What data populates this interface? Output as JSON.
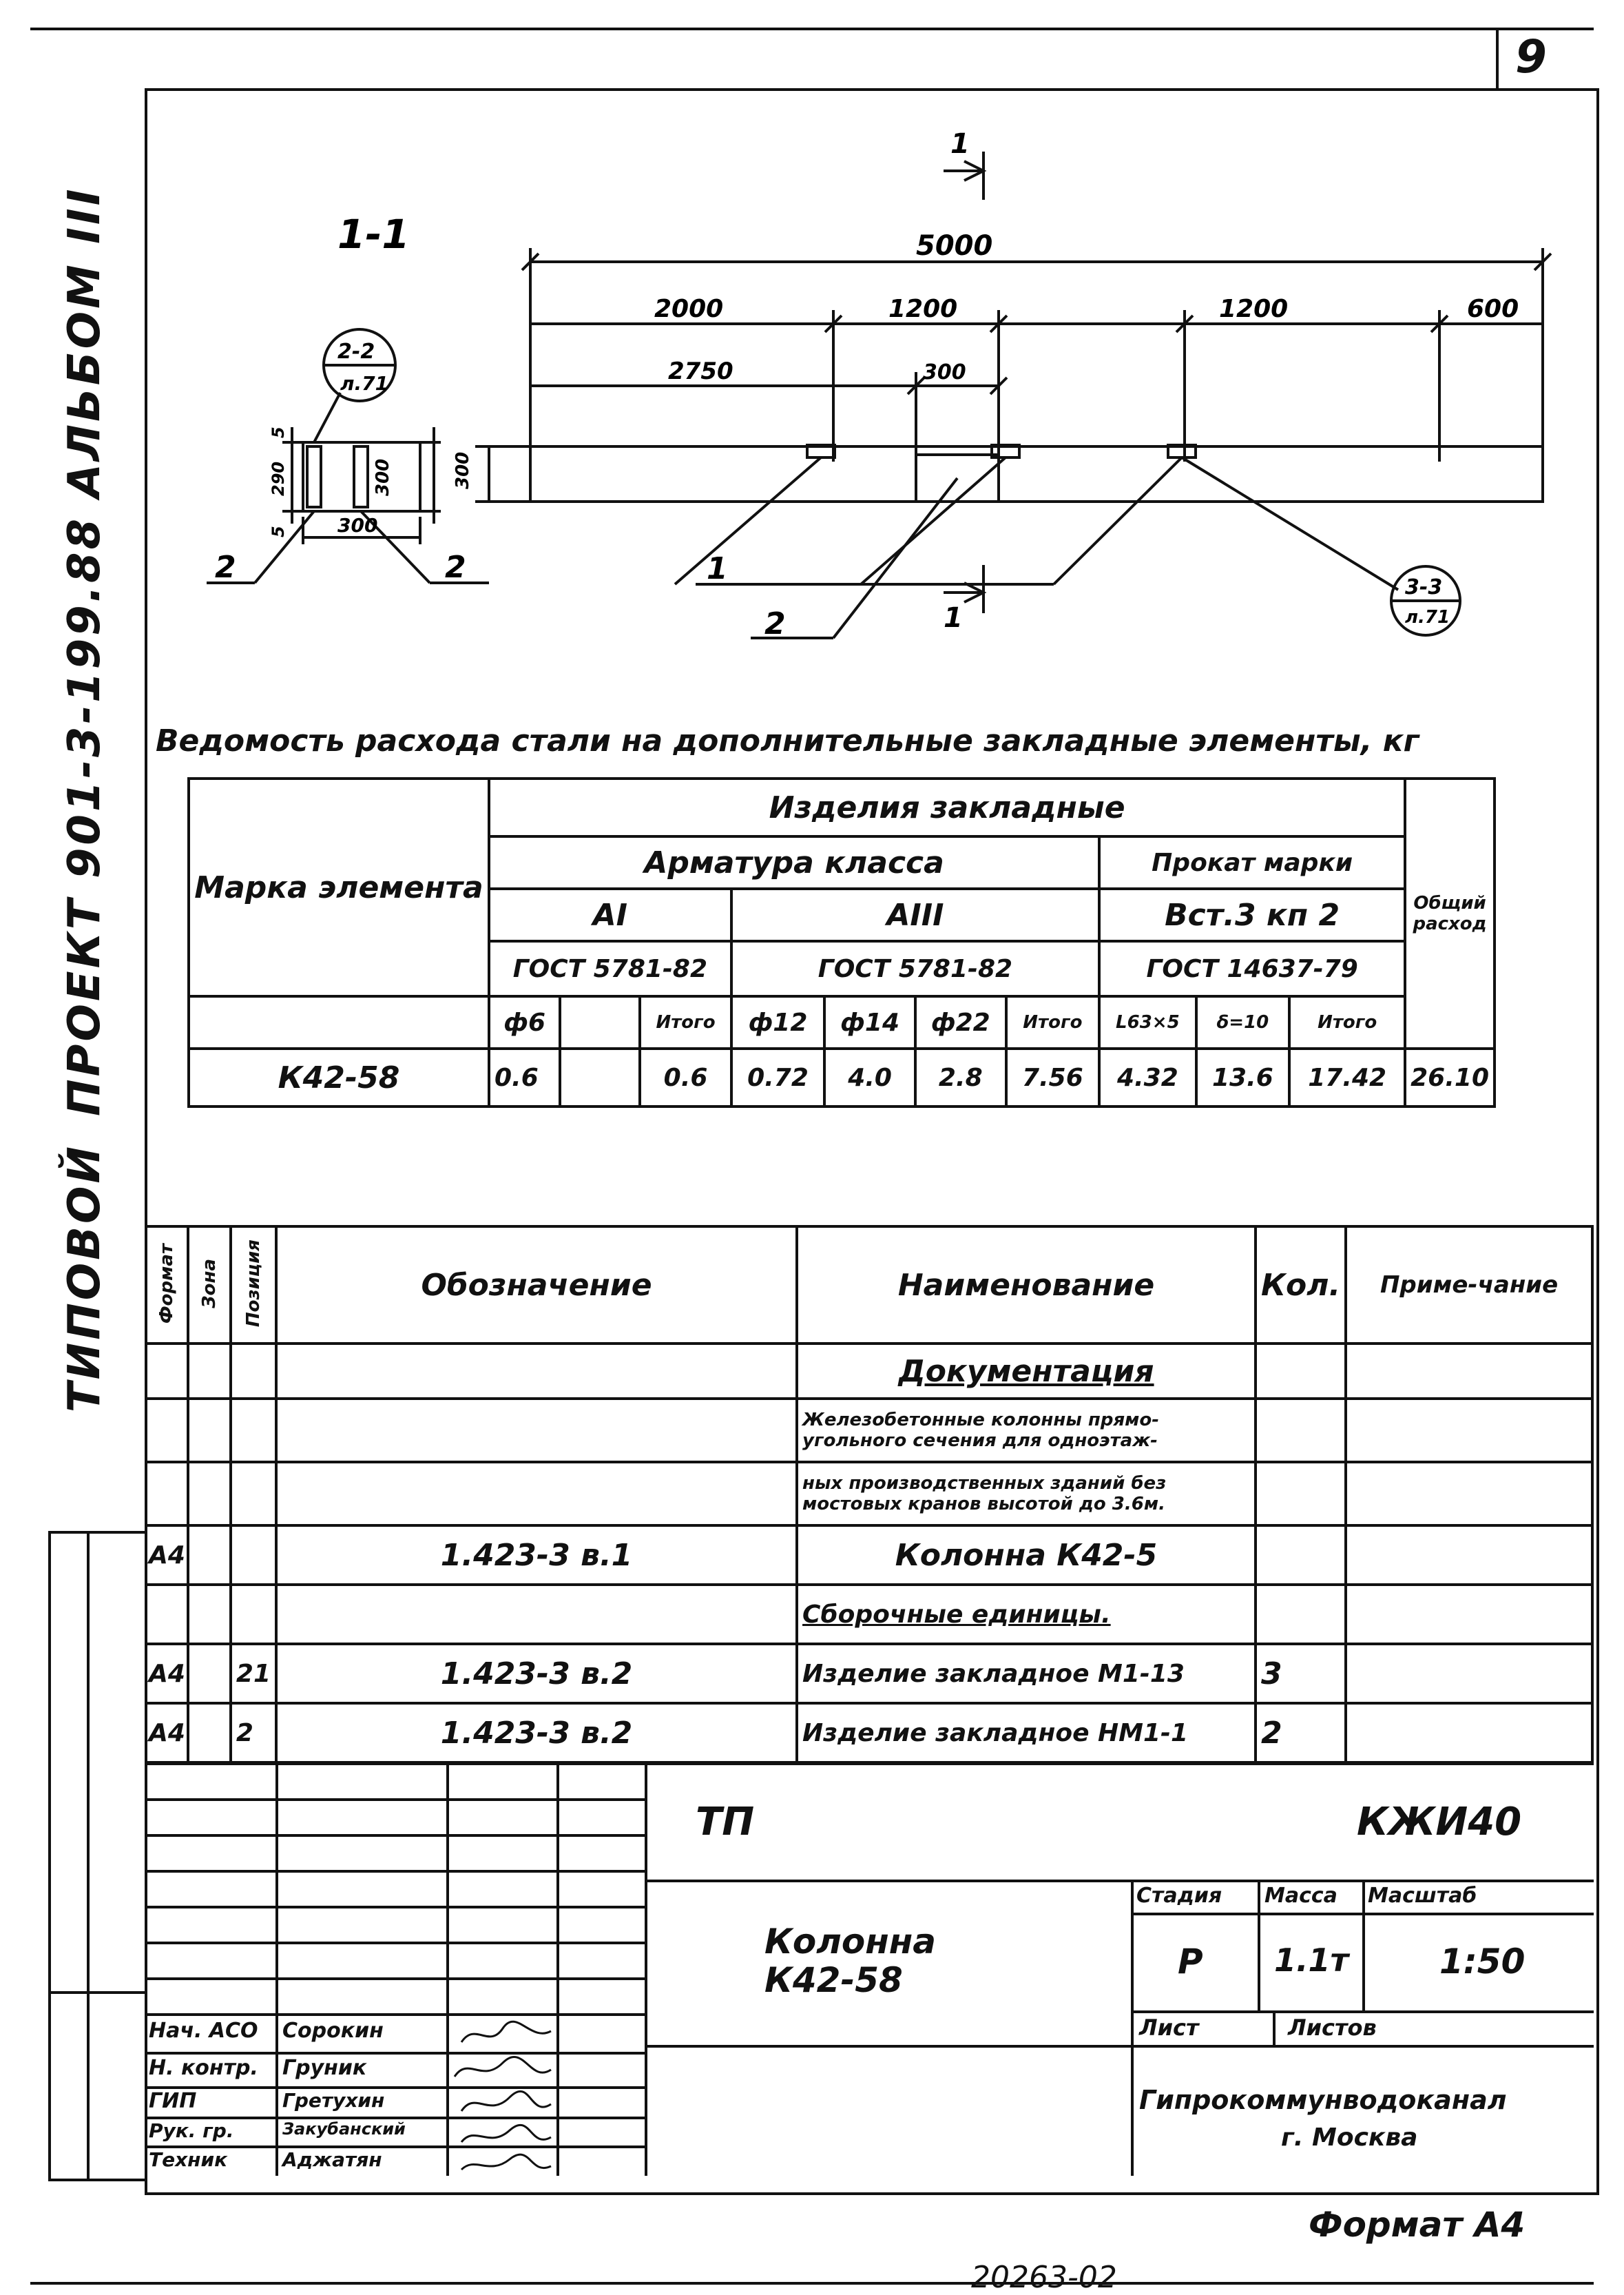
{
  "sheet_number": "9",
  "side_labels": {
    "typical": "ТИПОВОЙ",
    "project": "ПРОЕКТ 901-3-199.88 АЛЬБОМ III"
  },
  "drawing": {
    "section_title": "1-1",
    "section_marks": [
      "1",
      "1"
    ],
    "ref_2_2": {
      "top": "2-2",
      "bottom": "л.71"
    },
    "ref_3_3": {
      "top": "3-3",
      "bottom": "л.71"
    },
    "dims": {
      "d5000": "5000",
      "d2000": "2000",
      "d1200a": "1200",
      "d1200b": "1200",
      "d600": "600",
      "d2750": "2750",
      "d300top": "300",
      "d300left": "300",
      "d300s1": "300",
      "d300s2": "300",
      "d290": "290",
      "d5a": "5",
      "d5b": "5"
    },
    "callouts": [
      "1",
      "2",
      "2",
      "2"
    ]
  },
  "steel_table": {
    "title": "Ведомость расхода стали на дополнительные закладные элементы, кг",
    "col_mark": "Марка элемента",
    "group": "Изделия закладные",
    "rebar_class": "Арматура класса",
    "rolled": "Прокат марки",
    "ai": "AI",
    "aiii": "AIII",
    "vst": "Вст.3 кп 2",
    "gost1": "ГОСТ 5781-82",
    "gost2": "ГОСТ 5781-82",
    "gost3": "ГОСТ 14637-79",
    "total": "Общий расход",
    "sub_headers": [
      "ф6",
      "",
      "Итого",
      "ф12",
      "ф14",
      "ф22",
      "Итого",
      "L63×5",
      "δ=10",
      "Итого"
    ],
    "row": {
      "mark": "К42-58",
      "values": [
        "0.6",
        "",
        "0.6",
        "0.72",
        "4.0",
        "2.8",
        "7.56",
        "4.32",
        "13.6",
        "17.42",
        "26.10"
      ]
    }
  },
  "spec": {
    "headers": {
      "format": "Формат",
      "zone": "Зона",
      "pos": "Позиция",
      "designation": "Обозначение",
      "name": "Наименование",
      "qty": "Кол.",
      "note": "Приме-чание"
    },
    "rows": [
      {
        "format": "",
        "pos": "",
        "designation": "",
        "name": "Документация",
        "qty": ""
      },
      {
        "format": "",
        "pos": "",
        "designation": "",
        "name": "Железобетонные колонны прямо-угольного сечения для одноэтаж-",
        "qty": ""
      },
      {
        "format": "",
        "pos": "",
        "designation": "",
        "name": "ных производственных зданий без мостовых кранов высотой до 3.6м.",
        "qty": ""
      },
      {
        "format": "А4",
        "pos": "",
        "designation": "1.423-3 в.1",
        "name": "Колонна К42-5",
        "qty": ""
      },
      {
        "format": "",
        "pos": "",
        "designation": "",
        "name": "Сборочные единицы.",
        "qty": ""
      },
      {
        "format": "А4",
        "pos": "21",
        "designation": "1.423-3 в.2",
        "name": "Изделие закладное М1-13",
        "qty": "3"
      },
      {
        "format": "А4",
        "pos": "2",
        "designation": "1.423-3 в.2",
        "name": "Изделие закладное НМ1-1",
        "qty": "2"
      }
    ]
  },
  "title_block": {
    "code_left": "ТП",
    "code_right": "КЖИ40",
    "object": "Колонна К42-58",
    "stage_h": "Стадия",
    "mass_h": "Масса",
    "scale_h": "Масштаб",
    "stage": "Р",
    "mass": "1.1т",
    "scale": "1:50",
    "sheet_h": "Лист",
    "sheets_h": "Листов",
    "org": "Гипрокоммунводоканал",
    "city": "г. Москва",
    "people": [
      {
        "role": "Нач. АСО",
        "name": "Сорокин"
      },
      {
        "role": "Н. контр.",
        "name": "Груник"
      },
      {
        "role": "ГИП",
        "name": "Гретухин"
      },
      {
        "role": "Рук. гр.",
        "name": "Закубанский"
      },
      {
        "role": "Техник",
        "name": "Аджатян"
      }
    ]
  },
  "format_label": "Формат А4",
  "bottom_number": "20263-02"
}
